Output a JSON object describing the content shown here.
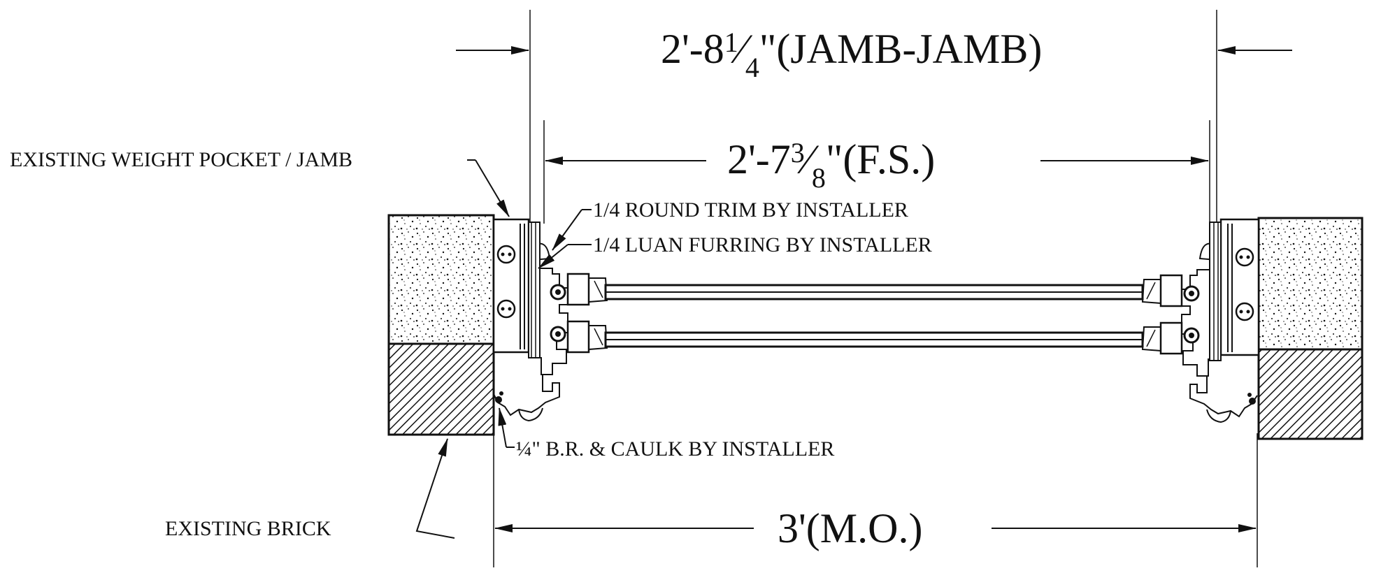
{
  "dimensions": {
    "jamb_jamb": {
      "main": "2'-8",
      "num": "1",
      "den": "4",
      "suffix": "\"(JAMB-JAMB)"
    },
    "frame_size": {
      "main": "2'-7",
      "num": "3",
      "den": "8",
      "suffix": "\"(F.S.)"
    },
    "masonry_opening": "3'(M.O.)"
  },
  "callouts": {
    "weight_pocket": "EXISTING WEIGHT POCKET / JAMB",
    "round_trim": "1/4 ROUND TRIM BY INSTALLER",
    "luan_furring": "1/4 LUAN FURRING BY INSTALLER",
    "brick_mould": "¼\" B.R. & CAULK BY INSTALLER",
    "brick": "EXISTING BRICK"
  },
  "colors": {
    "ink": "#111111",
    "paper": "#ffffff"
  }
}
